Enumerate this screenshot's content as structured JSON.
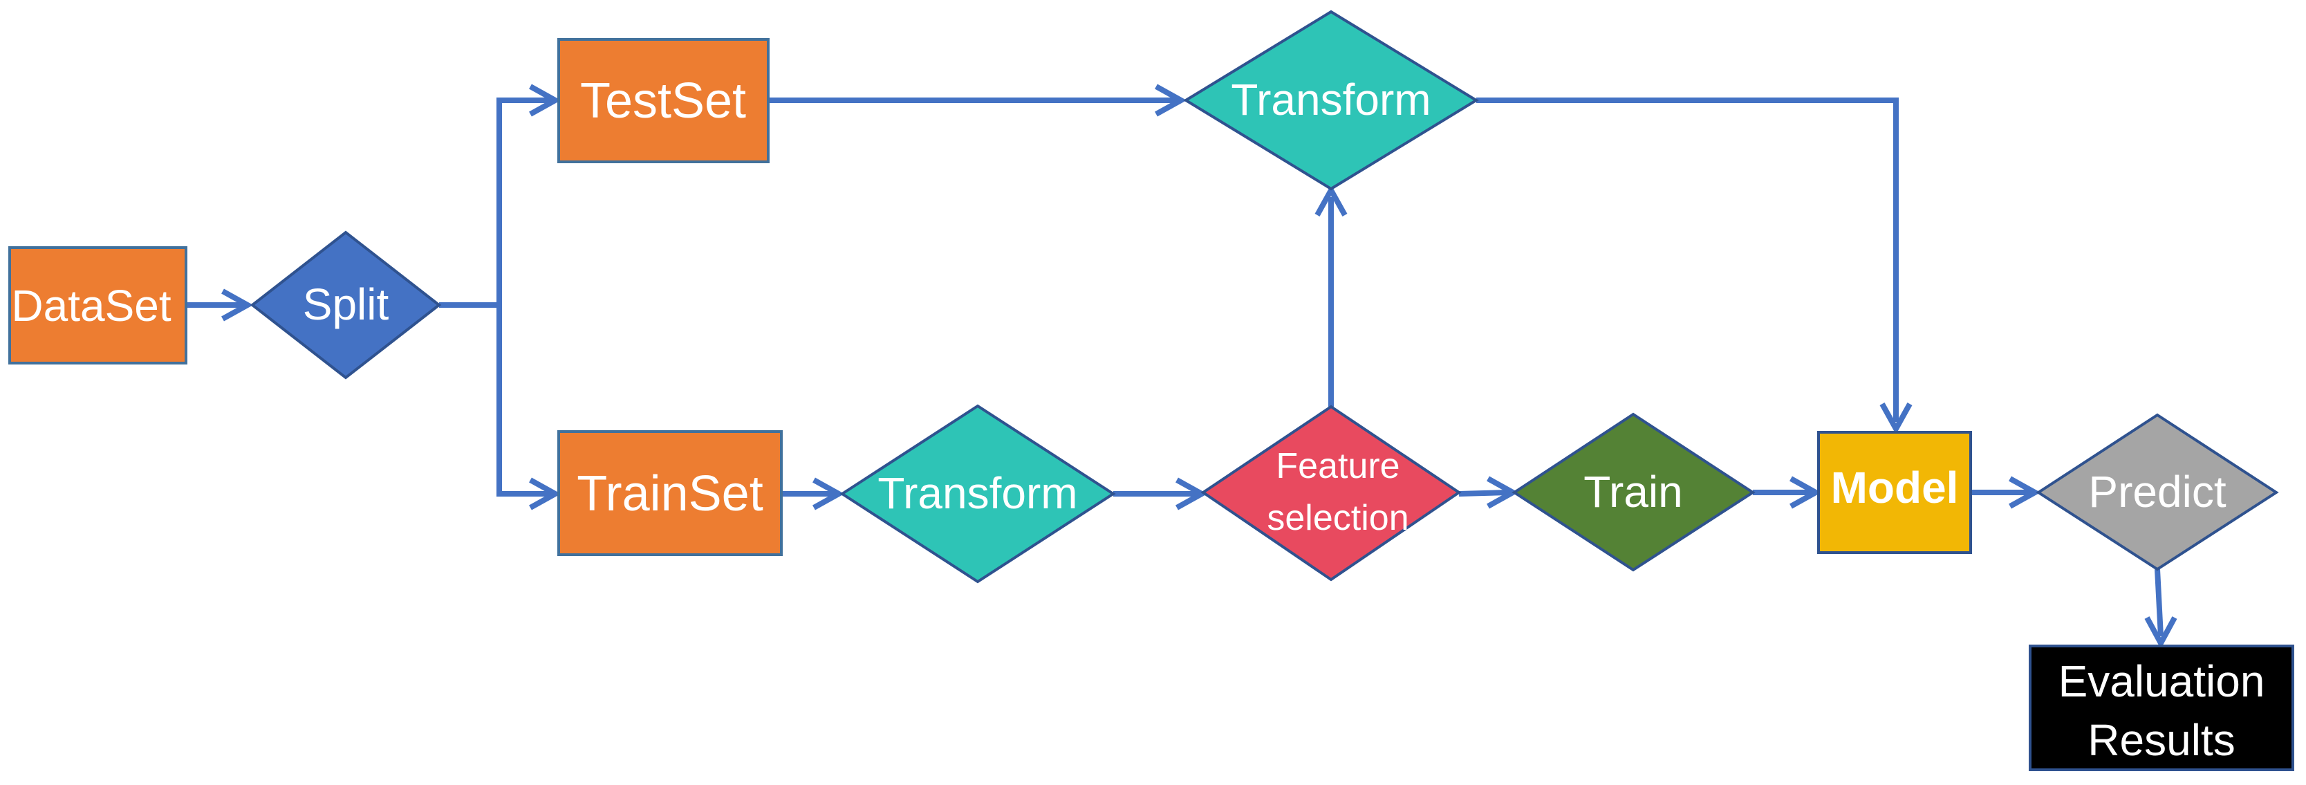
{
  "colors": {
    "edge": "#4472c4",
    "data_box": "#ed7d31",
    "data_box_border": "#41719c",
    "split": "#4472c4",
    "split_border": "#2f528f",
    "transform": "#2ec4b6",
    "transform_border": "#2f528f",
    "feature_selection": "#e84a5f",
    "feature_selection_border": "#2f528f",
    "train": "#548235",
    "train_border": "#2f528f",
    "model": "#f2b705",
    "model_border": "#2f528f",
    "predict": "#a5a5a5",
    "predict_border": "#2f528f",
    "results": "#000000",
    "results_border": "#2f528f",
    "label_text": "#ffffff"
  },
  "nodes": {
    "dataset": {
      "label": "DataSet"
    },
    "split": {
      "label": "Split"
    },
    "testset": {
      "label": "TestSet"
    },
    "trainset": {
      "label": "TrainSet"
    },
    "transform_test": {
      "label": "Transform"
    },
    "transform_train": {
      "label": "Transform"
    },
    "feature_selection": {
      "line1": "Feature",
      "line2": "selection"
    },
    "train": {
      "label": "Train"
    },
    "model": {
      "label": "Model"
    },
    "predict": {
      "label": "Predict"
    },
    "evaluation_results": {
      "line1": "Evaluation",
      "line2": "Results"
    }
  },
  "edges": [
    {
      "from": "dataset",
      "to": "split"
    },
    {
      "from": "split",
      "to": "testset"
    },
    {
      "from": "split",
      "to": "trainset"
    },
    {
      "from": "testset",
      "to": "transform_test"
    },
    {
      "from": "transform_test",
      "to": "model"
    },
    {
      "from": "trainset",
      "to": "transform_train"
    },
    {
      "from": "transform_train",
      "to": "feature_selection"
    },
    {
      "from": "feature_selection",
      "to": "transform_test"
    },
    {
      "from": "feature_selection",
      "to": "train"
    },
    {
      "from": "train",
      "to": "model"
    },
    {
      "from": "model",
      "to": "predict"
    },
    {
      "from": "predict",
      "to": "evaluation_results"
    }
  ]
}
